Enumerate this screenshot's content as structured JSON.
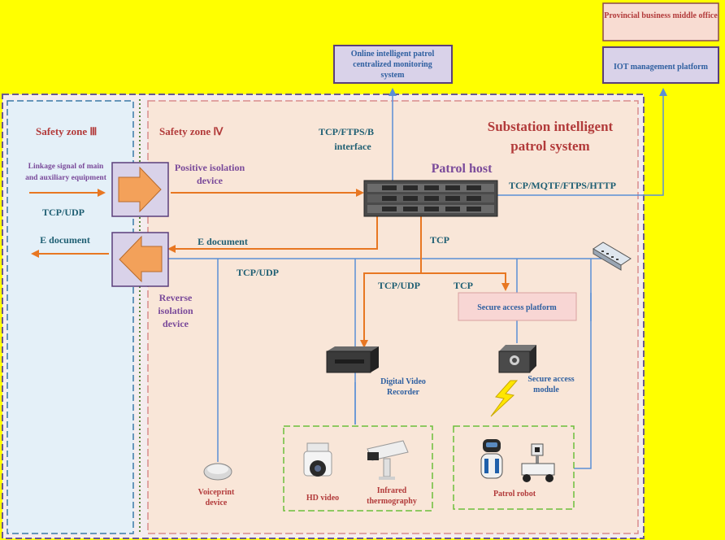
{
  "top_boxes": {
    "provincial": "Provincial business middle office",
    "iot": "IOT management platform",
    "online_line1": "Online intelligent patrol",
    "online_line2": "centralized monitoring",
    "online_line3": "system"
  },
  "zones": {
    "zone3": "Safety zone Ⅲ",
    "zone4": "Safety zone Ⅳ",
    "substation_line1": "Substation intelligent",
    "substation_line2": "patrol system"
  },
  "labels": {
    "linkage_line1": "Linkage signal of main",
    "linkage_line2": "and auxiliary equipment",
    "tcp_udp_left": "TCP/UDP",
    "e_document_left": "E document",
    "positive_line1": "Positive isolation",
    "positive_line2": "device",
    "e_document_mid": "E document",
    "reverse_line1": "Reverse",
    "reverse_line2": "isolation",
    "reverse_line3": "device",
    "tcp_ftps_line1": "TCP/FTPS/B",
    "tcp_ftps_line2": "interface",
    "patrol_host": "Patrol host",
    "mqtt": "TCP/MQTF/FTPS/HTTP",
    "tcp_1": "TCP",
    "tcp_udp_bus": "TCP/UDP",
    "tcp_udp_dvr": "TCP/UDP",
    "tcp_2": "TCP",
    "secure_platform": "Secure access platform",
    "dvr_line1": "Digital Video",
    "dvr_line2": "Recorder",
    "secure_module_line1": "Secure access",
    "secure_module_line2": "module",
    "voiceprint_line1": "Voiceprint",
    "voiceprint_line2": "device",
    "hd_video": "HD video",
    "infrared_line1": "Infrared",
    "infrared_line2": "thermography",
    "patrol_robot": "Patrol robot"
  },
  "colors": {
    "background": "#ffff00",
    "zone3_fill": "#e4f0f8",
    "zone4_fill": "#f9e6d8",
    "orange": "#e87722",
    "blue_line": "#5b8fd6",
    "box_fill": "#d9d2e9",
    "box_border": "#5a3e7a"
  }
}
